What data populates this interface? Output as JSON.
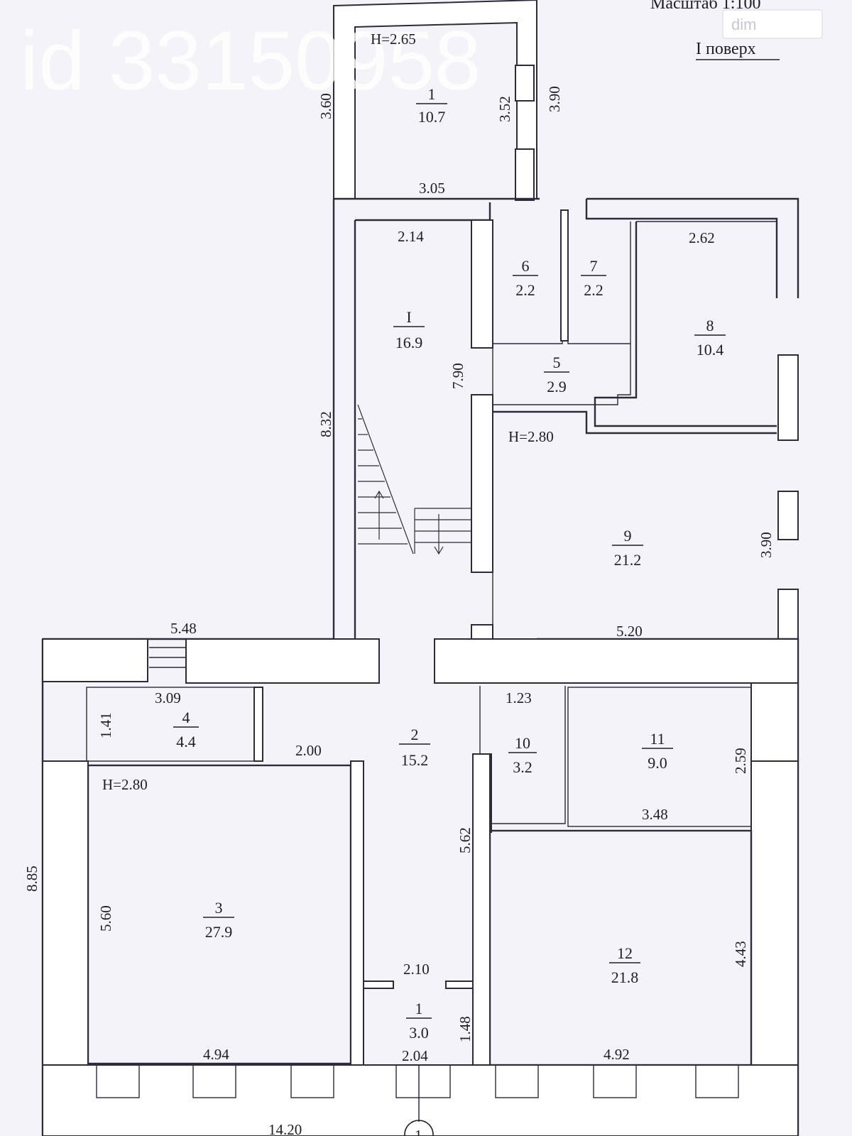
{
  "header": {
    "scale": "Масштаб 1:100",
    "floor": "I поверх",
    "watermark": "id 33150958",
    "logo": "dim"
  },
  "rooms": [
    {
      "id": "room-1-top",
      "num": "1",
      "area": "10.7"
    },
    {
      "id": "room-I",
      "num": "I",
      "area": "16.9"
    },
    {
      "id": "room-6",
      "num": "6",
      "area": "2.2"
    },
    {
      "id": "room-7",
      "num": "7",
      "area": "2.2"
    },
    {
      "id": "room-8",
      "num": "8",
      "area": "10.4"
    },
    {
      "id": "room-5",
      "num": "5",
      "area": "2.9"
    },
    {
      "id": "room-9",
      "num": "9",
      "area": "21.2"
    },
    {
      "id": "room-4",
      "num": "4",
      "area": "4.4"
    },
    {
      "id": "room-2",
      "num": "2",
      "area": "15.2"
    },
    {
      "id": "room-10",
      "num": "10",
      "area": "3.2"
    },
    {
      "id": "room-11",
      "num": "11",
      "area": "9.0"
    },
    {
      "id": "room-3",
      "num": "3",
      "area": "27.9"
    },
    {
      "id": "room-12",
      "num": "12",
      "area": "21.8"
    },
    {
      "id": "room-1-bottom",
      "num": "1",
      "area": "3.0"
    }
  ],
  "heights": [
    "H=2.65",
    "H=2.80",
    "H=2.80"
  ],
  "dimensions": [
    "3.60",
    "3.52",
    "3.90",
    "3.05",
    "2.14",
    "2.62",
    "7.90",
    "8.32",
    "3.90",
    "5.48",
    "5.20",
    "3.09",
    "1.41",
    "1.23",
    "2.00",
    "2.59",
    "3.48",
    "5.62",
    "8.85",
    "5.60",
    "4.43",
    "2.10",
    "1.48",
    "4.94",
    "2.04",
    "4.92",
    "14.20"
  ],
  "axis_marker": "1"
}
